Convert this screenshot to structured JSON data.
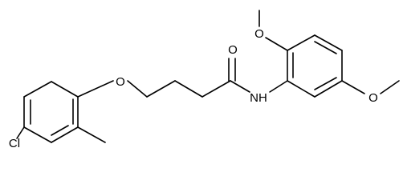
{
  "diagram": {
    "kind": "chemical-structure",
    "atom_labels": {
      "ether_oxygen": "O",
      "carbonyl_oxygen": "O",
      "amide_nitrogen": "NH",
      "chlorine": "Cl",
      "methoxy_oxygen_top": "O",
      "methoxy_oxygen_right": "O"
    },
    "colors": {
      "bond": "#000000",
      "label": "#000000",
      "background": "#ffffff"
    }
  }
}
